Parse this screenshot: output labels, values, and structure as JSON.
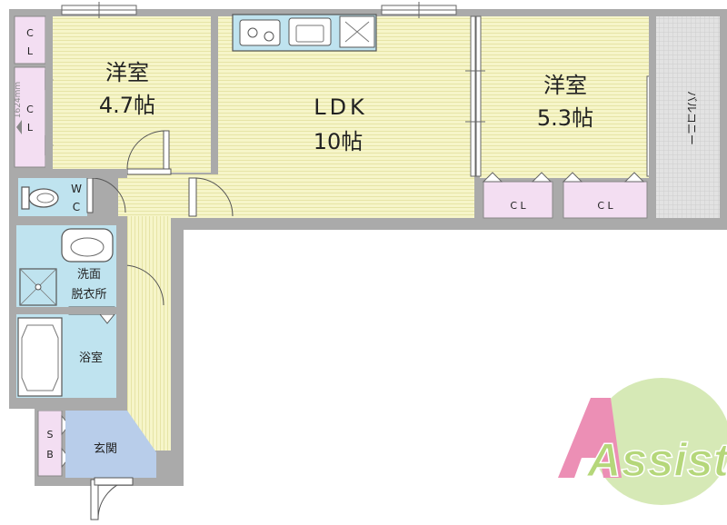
{
  "rooms": {
    "western_room_1": {
      "name": "洋室",
      "size": "4.7帖"
    },
    "ldk": {
      "name": "LDK",
      "size": "10帖"
    },
    "western_room_2": {
      "name": "洋室",
      "size": "5.3帖"
    },
    "wc": {
      "line1": "W",
      "line2": "C"
    },
    "washroom": {
      "line1": "洗面",
      "line2": "脱衣所"
    },
    "bathroom": {
      "name": "浴室"
    },
    "entrance": {
      "name": "玄関"
    },
    "shoe_box": {
      "line1": "S",
      "line2": "B"
    },
    "balcony": {
      "name": "バルコニー"
    }
  },
  "closets": {
    "room1_top": {
      "line1": "C",
      "line2": "L"
    },
    "room1_side": {
      "line1": "C",
      "line2": "L"
    },
    "room2_left": {
      "label": "C L"
    },
    "room2_right": {
      "label": "C L"
    }
  },
  "dimension_label": "1624mm",
  "logo": {
    "text": "Assist"
  },
  "colors": {
    "wall": "#aaaaaa",
    "wall_dark": "#999999",
    "floor": "#f6f5c9",
    "floor_stripe": "#e6e4a6",
    "wet_area": "#bfe3ef",
    "entrance_floor": "#b8cdea",
    "closet": "#f3def2",
    "balcony": "#dcdcdc",
    "logo_green": "#b5d77a",
    "logo_pink": "#ec8fb5"
  }
}
